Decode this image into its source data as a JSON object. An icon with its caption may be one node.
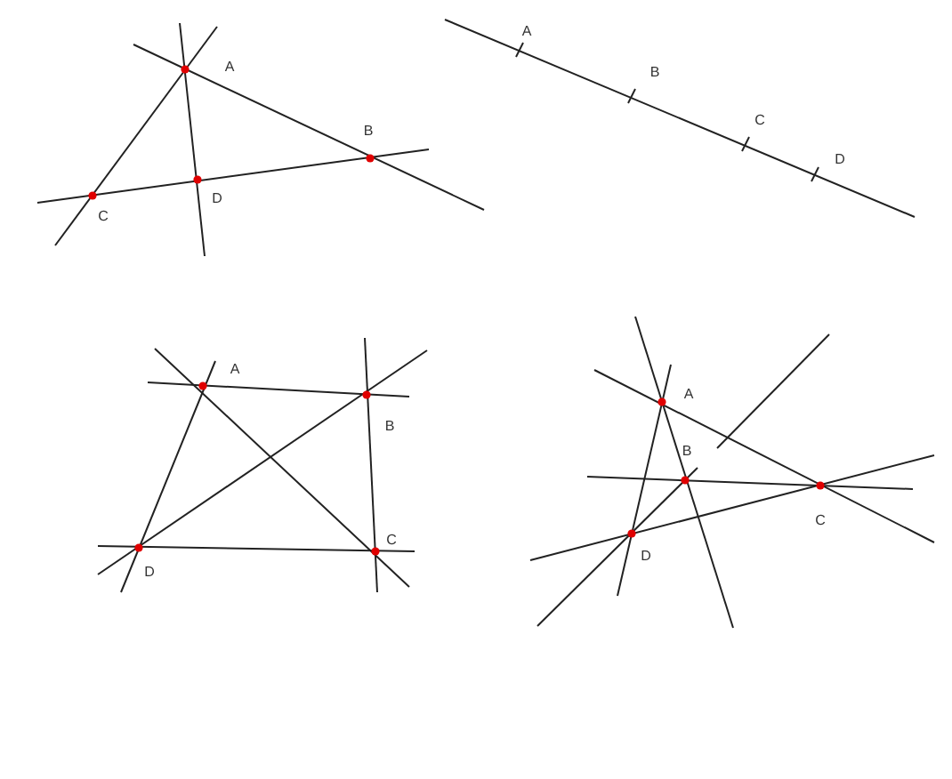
{
  "diagram": {
    "labels": [
      "A",
      "B",
      "C",
      "D",
      "A",
      "B",
      "C",
      "D",
      "A",
      "B",
      "C",
      "D",
      "A",
      "B",
      "C",
      "D"
    ]
  }
}
